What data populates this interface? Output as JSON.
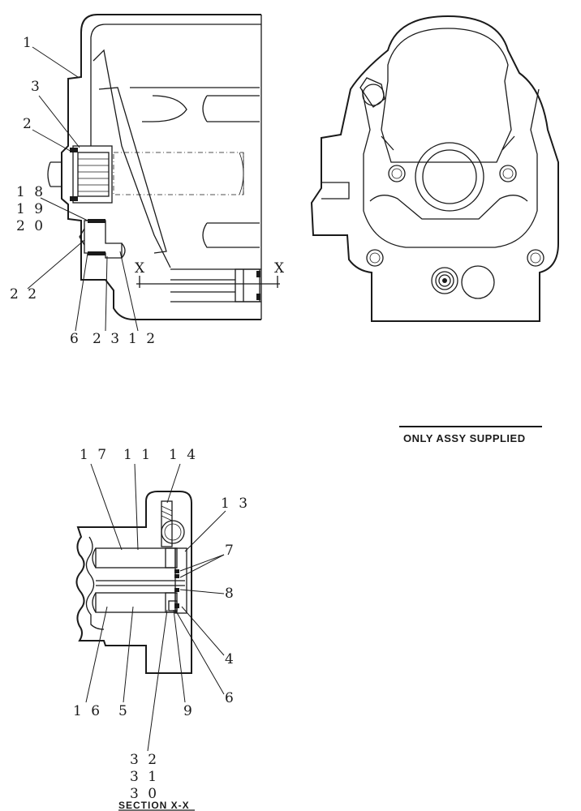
{
  "note": "ONLY ASSY SUPPLIED",
  "section_title": "SECTION X-X",
  "section_marker": "X",
  "callouts": {
    "c1": "1",
    "c2": "2",
    "c3": "3",
    "c18": "1 8",
    "c19": "1 9",
    "c20": "2 0",
    "c22": "2 2",
    "c6a": "6",
    "c23": "2 3",
    "c12": "1 2",
    "c17": "1 7",
    "c11": "1 1",
    "c14": "1 4",
    "c13": "1 3",
    "c7": "7",
    "c8": "8",
    "c4": "4",
    "c6b": "6",
    "c16": "1 6",
    "c5": "5",
    "c9": "9",
    "c32": "3 2",
    "c31": "3 1",
    "c30": "3 0"
  }
}
